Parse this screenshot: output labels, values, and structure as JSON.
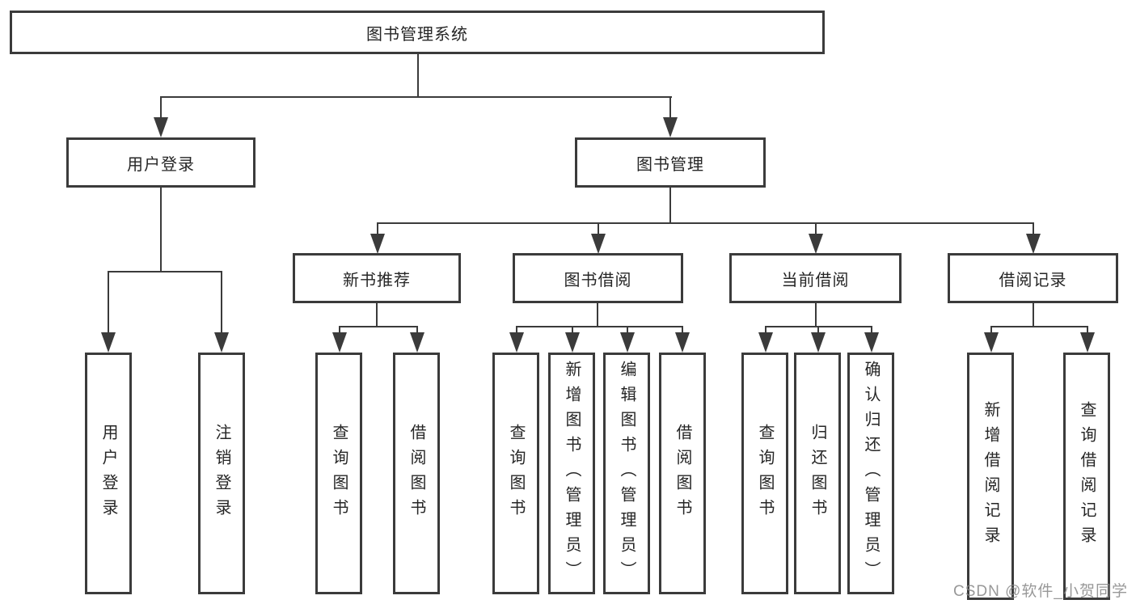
{
  "tree": {
    "root": "图书管理系统",
    "branches": [
      {
        "label": "用户登录",
        "leaves": [
          "用户登录",
          "注销登录"
        ]
      },
      {
        "label": "图书管理",
        "groups": [
          {
            "label": "新书推荐",
            "leaves": [
              "查询图书",
              "借阅图书"
            ]
          },
          {
            "label": "图书借阅",
            "leaves": [
              "查询图书",
              "新增图书（管理员）",
              "编辑图书（管理员）",
              "借阅图书"
            ]
          },
          {
            "label": "当前借阅",
            "leaves": [
              "查询图书",
              "归还图书",
              "确认归还（管理员）"
            ]
          },
          {
            "label": "借阅记录",
            "leaves": [
              "新增借阅记录",
              "查询借阅记录"
            ]
          }
        ]
      }
    ]
  },
  "watermark": "CSDN @软件_小贺同学",
  "colors": {
    "line": "#3b3b3b",
    "text": "#262626",
    "background": "#ffffff",
    "watermark": "#868686"
  }
}
